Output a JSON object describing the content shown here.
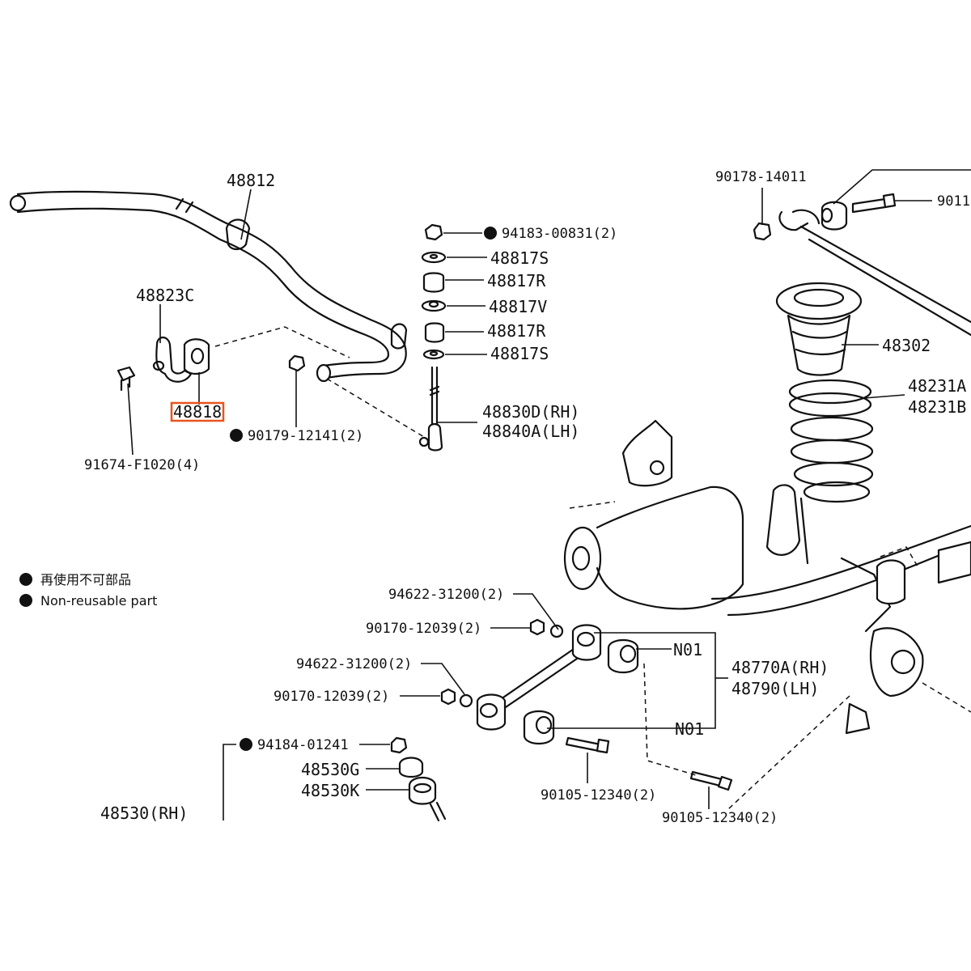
{
  "labels": {
    "stabilizer_bar": "48812",
    "bracket": "48823C",
    "bushing": "48818",
    "bracket_bolt": "91674-F1020(4)",
    "bushing_nut": "90179-12141(2)",
    "link_nut": "94183-00831(2)",
    "retainer_upper": "48817S",
    "cushion_upper": "48817R",
    "retainer_mid": "48817V",
    "cushion_lower": "48817R",
    "retainer_lower": "48817S",
    "link_rh": "48830D(RH)",
    "link_lh": "48840A(LH)",
    "top_nut": "90178-14011",
    "top_bolt": "9011",
    "bumper": "48302",
    "spring_a": "48231A",
    "spring_b": "48231B",
    "washer_upper": "94622-31200(2)",
    "nut_upper": "90170-12039(2)",
    "washer_lower": "94622-31200(2)",
    "nut_lower": "90170-12039(2)",
    "bushing_upper": "N01",
    "bushing_lower": "N01",
    "arm_rh": "48770A(RH)",
    "arm_lh": "48790(LH)",
    "arm_bolt_1": "90105-12340(2)",
    "arm_bolt_2": "90105-12340(2)",
    "shock_nut": "94184-01241",
    "shock_cushion_g": "48530G",
    "shock_cushion_k": "48530K",
    "shock_absorber": "48530(RH)"
  },
  "legend": {
    "line_jp": "再使用不可部品",
    "line_en": "Non-reusable part"
  },
  "colors": {
    "line": "#111111",
    "highlight": "#e8541e",
    "background": "#ffffff"
  }
}
